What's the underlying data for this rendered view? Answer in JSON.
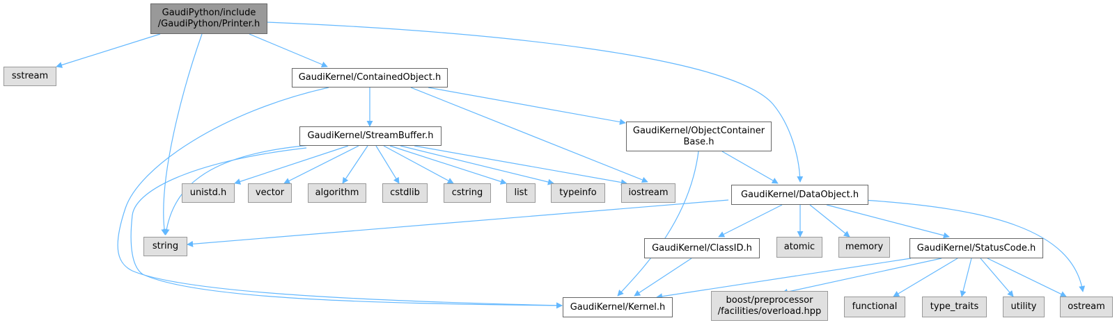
{
  "graph": {
    "colors": {
      "edge": "#63b8ff",
      "root_fill": "#999999",
      "doc_border": "#666666",
      "sys_fill": "#e0e0e0"
    },
    "nodes": {
      "printer": "GaudiPython/include\n/GaudiPython/Printer.h",
      "sstream": "sstream",
      "containedobject": "GaudiKernel/ContainedObject.h",
      "string": "string",
      "dataobject": "GaudiKernel/DataObject.h",
      "streambuffer": "GaudiKernel/StreamBuffer.h",
      "objectcontainerbase": "GaudiKernel/ObjectContainer\nBase.h",
      "iostream": "iostream",
      "kernel": "GaudiKernel/Kernel.h",
      "unistd": "unistd.h",
      "vector": "vector",
      "algorithm": "algorithm",
      "cstdlib": "cstdlib",
      "cstring": "cstring",
      "list": "list",
      "typeinfo": "typeinfo",
      "classid": "GaudiKernel/ClassID.h",
      "atomic": "atomic",
      "memory": "memory",
      "statuscode": "GaudiKernel/StatusCode.h",
      "ostream": "ostream",
      "overload": "boost/preprocessor\n/facilities/overload.hpp",
      "functional": "functional",
      "type_traits": "type_traits",
      "utility": "utility"
    }
  }
}
